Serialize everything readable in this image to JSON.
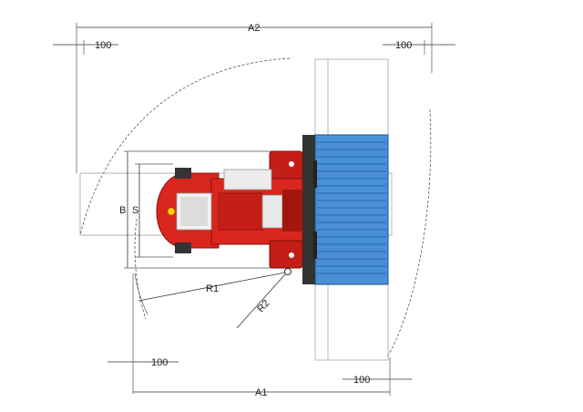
{
  "dimensions": {
    "a2": "A2",
    "a1": "A1",
    "top_left_clearance": "100",
    "top_right_clearance": "100",
    "bottom_left_clearance": "100",
    "bottom_right_clearance": "100",
    "width_b": "B",
    "width_s": "S",
    "radius_r1": "R1",
    "radius_r2": "R2"
  },
  "colors": {
    "truck_body": "#d9261c",
    "truck_dark": "#a3160f",
    "load_blue": "#4a90d9",
    "load_stripe": "#2f6fb5",
    "line": "#333333"
  }
}
